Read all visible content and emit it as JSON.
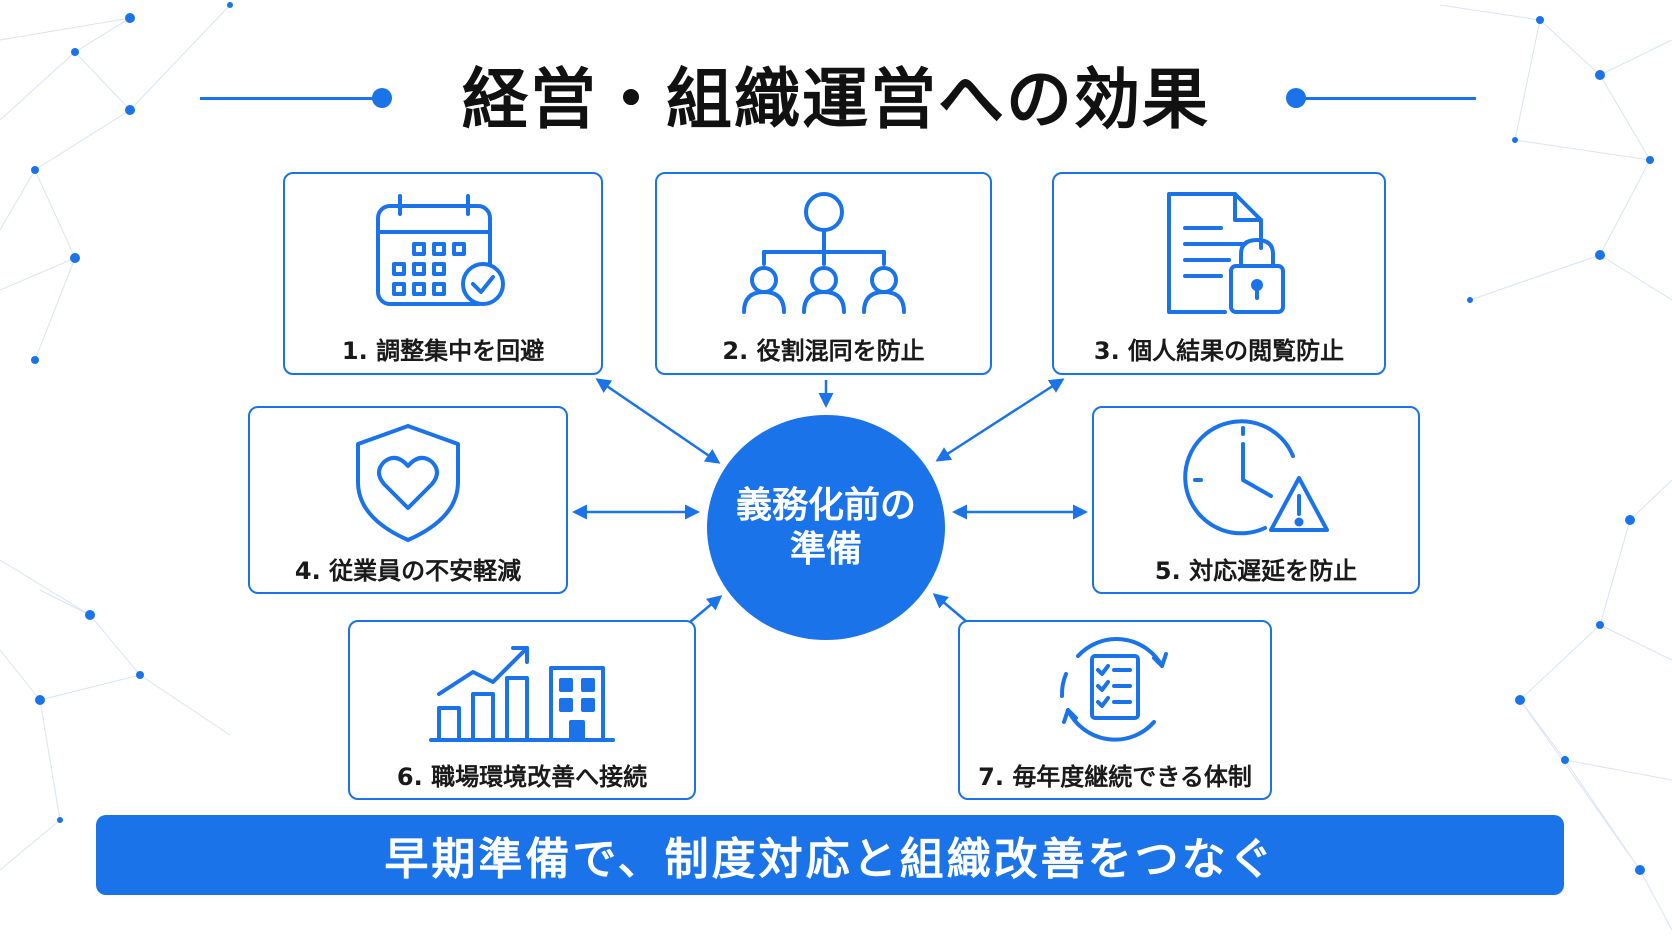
{
  "title": "経営・組織運営への効果",
  "hub": {
    "label": "義務化前の準備"
  },
  "cards": [
    {
      "label": "1. 調整集中を回避",
      "icon": "calendar-check-icon"
    },
    {
      "label": "2. 役割混同を防止",
      "icon": "org-chart-icon"
    },
    {
      "label": "3. 個人結果の閲覧防止",
      "icon": "document-lock-icon"
    },
    {
      "label": "4. 従業員の不安軽減",
      "icon": "shield-heart-icon"
    },
    {
      "label": "5. 対応遅延を防止",
      "icon": "clock-warning-icon"
    },
    {
      "label": "6. 職場環境改善へ接続",
      "icon": "growth-chart-building-icon"
    },
    {
      "label": "7. 毎年度継続できる体制",
      "icon": "checklist-cycle-icon"
    }
  ],
  "banner": {
    "text": "早期準備で、制度対応と組織改善をつなぐ"
  },
  "colors": {
    "accent": "#1a73e8",
    "text": "#111111",
    "background": "#ffffff"
  }
}
